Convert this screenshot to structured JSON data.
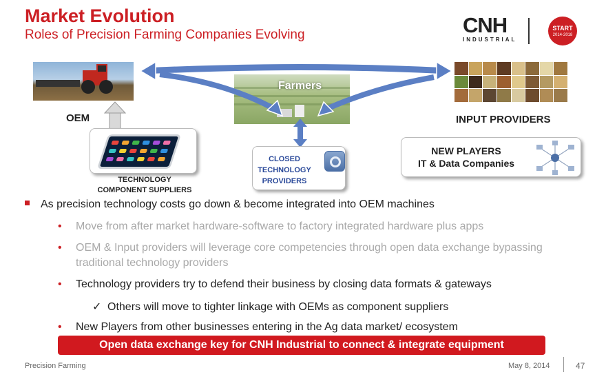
{
  "header": {
    "title": "Market Evolution",
    "subtitle": "Roles of Precision Farming Companies Evolving"
  },
  "logo": {
    "brand": "CNH",
    "sub": "INDUSTRIAL",
    "badge_line1": "START",
    "badge_line2": "2014-2018"
  },
  "diagram": {
    "farmers": "Farmers",
    "oem": "OEM",
    "input_providers": "INPUT PROVIDERS",
    "tech_suppliers_line1": "TECHNOLOGY",
    "tech_suppliers_line2": "COMPONENT SUPPLIERS",
    "closed_line1": "CLOSED",
    "closed_line2": "TECHNOLOGY",
    "closed_line3": "PROVIDERS",
    "new_players_line1": "NEW PLAYERS",
    "new_players_line2": "IT & Data Companies"
  },
  "bullets": {
    "main": "As precision technology costs go down & become integrated into OEM machines",
    "sub1": "Move from after market hardware-software to factory integrated hardware plus apps",
    "sub2_line1": "OEM & Input providers will leverage core competencies through open data exchange bypassing",
    "sub2_line2": "traditional technology providers",
    "sub3": "Technology providers try to defend their business by closing data formats & gateways",
    "check1": "Others will move to tighter linkage with OEMs as component suppliers",
    "sub4": "New Players from other businesses entering in the Ag data market/ ecosystem"
  },
  "banner": "Open data exchange key for CNH Industrial to connect & integrate equipment",
  "footer": {
    "left": "Precision Farming",
    "date": "May 8, 2014",
    "page": "47"
  },
  "colors": {
    "brand_red": "#cc1f24",
    "arrow_blue": "#5b7fc4",
    "banner_red": "#d1191f"
  },
  "icons": [
    "check-icon",
    "square-bullet-icon",
    "lock-icon",
    "network-icon",
    "tablet-icon"
  ]
}
